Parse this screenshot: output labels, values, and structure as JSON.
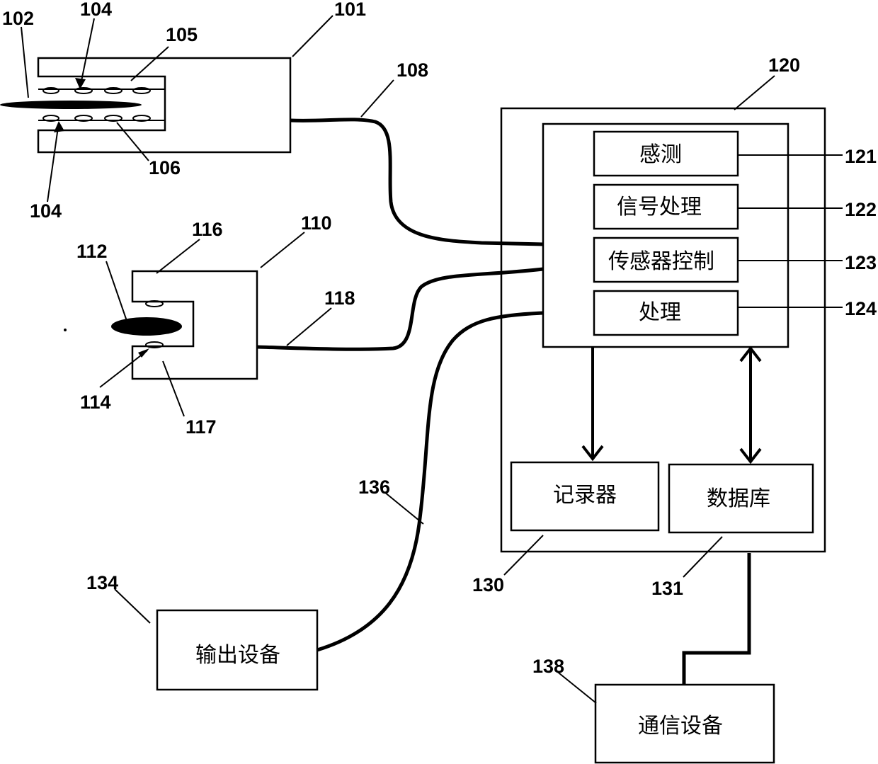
{
  "references": {
    "r101": "101",
    "r102": "102",
    "r104a": "104",
    "r104b": "104",
    "r105": "105",
    "r106": "106",
    "r108": "108",
    "r110": "110",
    "r112": "112",
    "r114": "114",
    "r116": "116",
    "r117": "117",
    "r118": "118",
    "r120": "120",
    "r121": "121",
    "r122": "122",
    "r123": "123",
    "r124": "124",
    "r130": "130",
    "r131": "131",
    "r134": "134",
    "r136": "136",
    "r138": "138"
  },
  "modules": {
    "sensing": "感测",
    "signal_processing": "信号处理",
    "sensor_control": "传感器控制",
    "processing": "处理"
  },
  "recorder": "记录器",
  "database": "数据库",
  "output_device": "输出设备",
  "communication_device": "通信设备"
}
